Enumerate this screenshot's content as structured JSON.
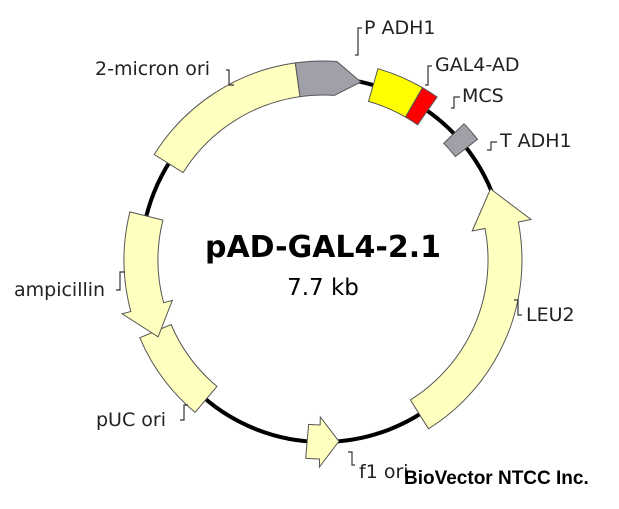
{
  "plasmid": {
    "name": "pAD-GAL4-2.1",
    "size": "7.7 kb"
  },
  "credit": "BioVector NTCC Inc.",
  "colors": {
    "backbone": "#000000",
    "marker": "#ffffbf",
    "promoter": "#a0a0a8",
    "gal4ad": "#ffff00",
    "mcs": "#ff0000",
    "terminator": "#a0a0a8"
  },
  "features": {
    "p_adh1": {
      "label": "P ADH1"
    },
    "gal4_ad": {
      "label": "GAL4-AD"
    },
    "mcs": {
      "label": "MCS"
    },
    "t_adh1": {
      "label": "T ADH1"
    },
    "leu2": {
      "label": "LEU2"
    },
    "f1_ori": {
      "label": "f1 ori"
    },
    "puc_ori": {
      "label": "pUC ori"
    },
    "ampicillin": {
      "label": "ampicillin"
    },
    "two_micron": {
      "label": "2-micron ori"
    }
  }
}
